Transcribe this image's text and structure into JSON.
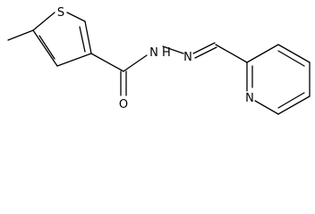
{
  "molecule": {
    "atoms": {
      "thiophene_sulfur": "S",
      "amide_nitrogen": "N",
      "amide_hydrogen": "H",
      "imine_nitrogen": "N",
      "carbonyl_oxygen": "O",
      "pyridine_nitrogen": "N"
    }
  },
  "colors": {
    "background": "#ffffff",
    "bond": "#000000",
    "label": "#000000"
  }
}
